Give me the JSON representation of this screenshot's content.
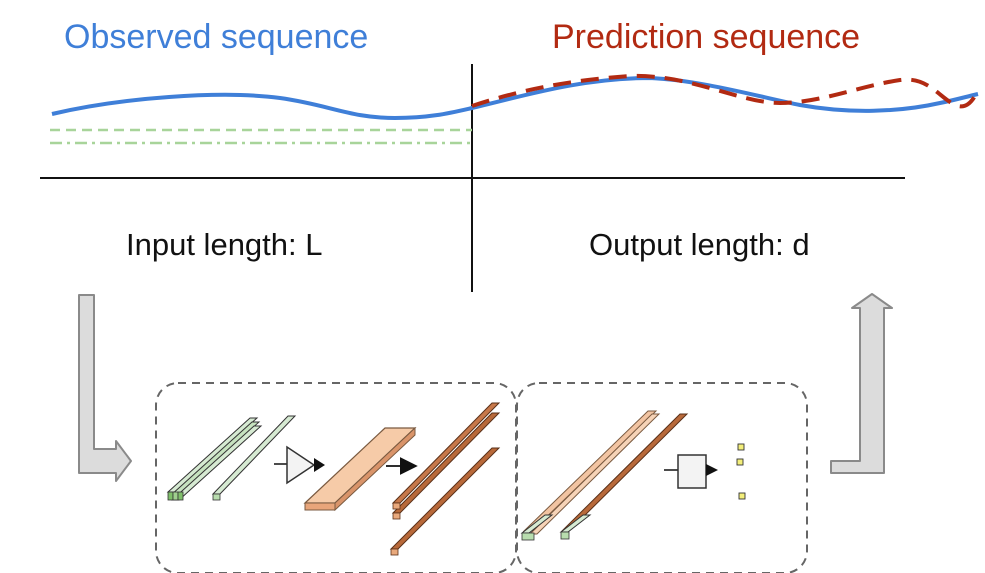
{
  "labels": {
    "observed": "Observed sequence",
    "prediction": "Prediction sequence",
    "input_length": "Input length: L",
    "output_length": "Output length: d"
  },
  "colors": {
    "observed": "#3f7fd8",
    "prediction": "#b22a12",
    "auxiliary": "#a8d49a",
    "arrow_fill": "#dcdcdc",
    "box_border": "#666666",
    "green_bar": "#d6ead2",
    "orange_bar": "#f2c4a2",
    "brown_bar": "#b8693a"
  },
  "icons": {
    "left_arrow": "down-right-bent-arrow-icon",
    "right_arrow": "right-up-bent-arrow-icon",
    "triangle": "triangle-block-icon",
    "square": "square-block-icon"
  }
}
